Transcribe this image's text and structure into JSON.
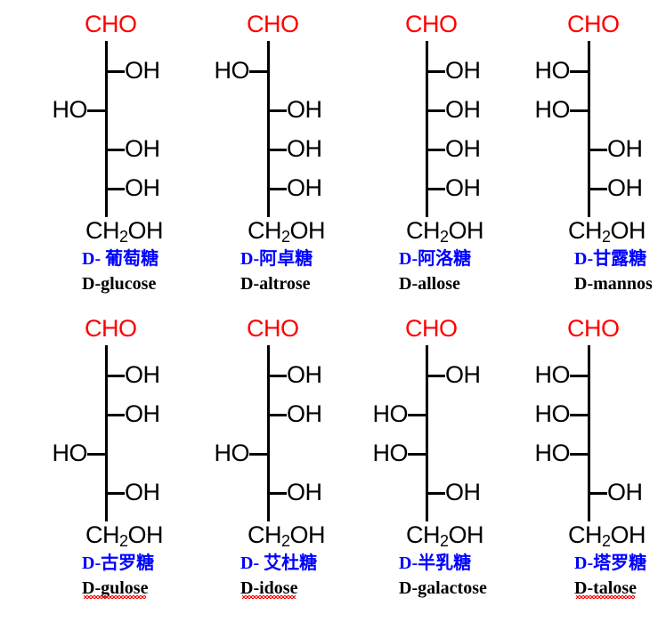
{
  "figure": {
    "title": "D-aldohexose Fischer projections",
    "colors": {
      "carbonyl_red": "#ff0000",
      "chinese_name_blue": "#0000ff",
      "english_name_black": "#000000",
      "bond_black": "#000000",
      "background": "#ffffff"
    },
    "top_label": "CHO",
    "bottom_label": "CH2OH",
    "bottom_label_main": "CH",
    "bottom_label_sub": "2",
    "bottom_label_tail": "OH",
    "hydroxyl_right": "OH",
    "hydroxyl_left": "HO"
  },
  "molecules": [
    {
      "id": "d-glucose",
      "row": 0,
      "col": 0,
      "cn_name": "D- 葡萄糖",
      "en_name": "D-glucose",
      "misspelled": false,
      "top": "CHO",
      "bottom": "CH2OH",
      "centers": [
        {
          "carbon": 2,
          "side": "right",
          "label": "OH"
        },
        {
          "carbon": 3,
          "side": "left",
          "label": "HO"
        },
        {
          "carbon": 4,
          "side": "right",
          "label": "OH"
        },
        {
          "carbon": 5,
          "side": "right",
          "label": "OH"
        }
      ]
    },
    {
      "id": "d-altrose",
      "row": 0,
      "col": 1,
      "cn_name": "D-阿卓糖",
      "en_name": "D-altrose",
      "misspelled": false,
      "top": "CHO",
      "bottom": "CH2OH",
      "centers": [
        {
          "carbon": 2,
          "side": "left",
          "label": "HO"
        },
        {
          "carbon": 3,
          "side": "right",
          "label": "OH"
        },
        {
          "carbon": 4,
          "side": "right",
          "label": "OH"
        },
        {
          "carbon": 5,
          "side": "right",
          "label": "OH"
        }
      ]
    },
    {
      "id": "d-allose",
      "row": 0,
      "col": 2,
      "cn_name": "D-阿洛糖",
      "en_name": "D-allose",
      "misspelled": false,
      "top": "CHO",
      "bottom": "CH2OH",
      "centers": [
        {
          "carbon": 2,
          "side": "right",
          "label": "OH"
        },
        {
          "carbon": 3,
          "side": "right",
          "label": "OH"
        },
        {
          "carbon": 4,
          "side": "right",
          "label": "OH"
        },
        {
          "carbon": 5,
          "side": "right",
          "label": "OH"
        }
      ]
    },
    {
      "id": "d-mannose",
      "row": 0,
      "col": 3,
      "cn_name": "D-甘露糖",
      "en_name": "D-mannos",
      "misspelled": false,
      "clipped": true,
      "top": "CHO",
      "bottom": "CH2OH",
      "centers": [
        {
          "carbon": 2,
          "side": "left",
          "label": "HO"
        },
        {
          "carbon": 3,
          "side": "left",
          "label": "HO"
        },
        {
          "carbon": 4,
          "side": "right",
          "label": "OH"
        },
        {
          "carbon": 5,
          "side": "right",
          "label": "OH"
        }
      ]
    },
    {
      "id": "d-gulose",
      "row": 1,
      "col": 0,
      "cn_name": "D-古罗糖",
      "en_name": "D-gulose",
      "misspelled": true,
      "top": "CHO",
      "bottom": "CH2OH",
      "centers": [
        {
          "carbon": 2,
          "side": "right",
          "label": "OH"
        },
        {
          "carbon": 3,
          "side": "right",
          "label": "OH"
        },
        {
          "carbon": 4,
          "side": "left",
          "label": "HO"
        },
        {
          "carbon": 5,
          "side": "right",
          "label": "OH"
        }
      ]
    },
    {
      "id": "d-idose",
      "row": 1,
      "col": 1,
      "cn_name": "D- 艾杜糖",
      "en_name": "D-idose",
      "misspelled": true,
      "top": "CHO",
      "bottom": "CH2OH",
      "centers": [
        {
          "carbon": 2,
          "side": "right",
          "label": "OH"
        },
        {
          "carbon": 3,
          "side": "right",
          "label": "OH"
        },
        {
          "carbon": 4,
          "side": "left",
          "label": "HO"
        },
        {
          "carbon": 5,
          "side": "right",
          "label": "OH"
        }
      ]
    },
    {
      "id": "d-galactose",
      "row": 1,
      "col": 2,
      "cn_name": "D-半乳糖",
      "en_name": "D-galactose",
      "misspelled": false,
      "top": "CHO",
      "bottom": "CH2OH",
      "centers": [
        {
          "carbon": 2,
          "side": "right",
          "label": "OH"
        },
        {
          "carbon": 3,
          "side": "left",
          "label": "HO"
        },
        {
          "carbon": 4,
          "side": "left",
          "label": "HO"
        },
        {
          "carbon": 5,
          "side": "right",
          "label": "OH"
        }
      ]
    },
    {
      "id": "d-talose",
      "row": 1,
      "col": 3,
      "cn_name": "D-塔罗糖",
      "en_name": "D-talose",
      "misspelled": true,
      "top": "CHO",
      "bottom": "CH2OH",
      "centers": [
        {
          "carbon": 2,
          "side": "left",
          "label": "HO"
        },
        {
          "carbon": 3,
          "side": "left",
          "label": "HO"
        },
        {
          "carbon": 4,
          "side": "left",
          "label": "HO"
        },
        {
          "carbon": 5,
          "side": "right",
          "label": "OH"
        }
      ]
    }
  ]
}
